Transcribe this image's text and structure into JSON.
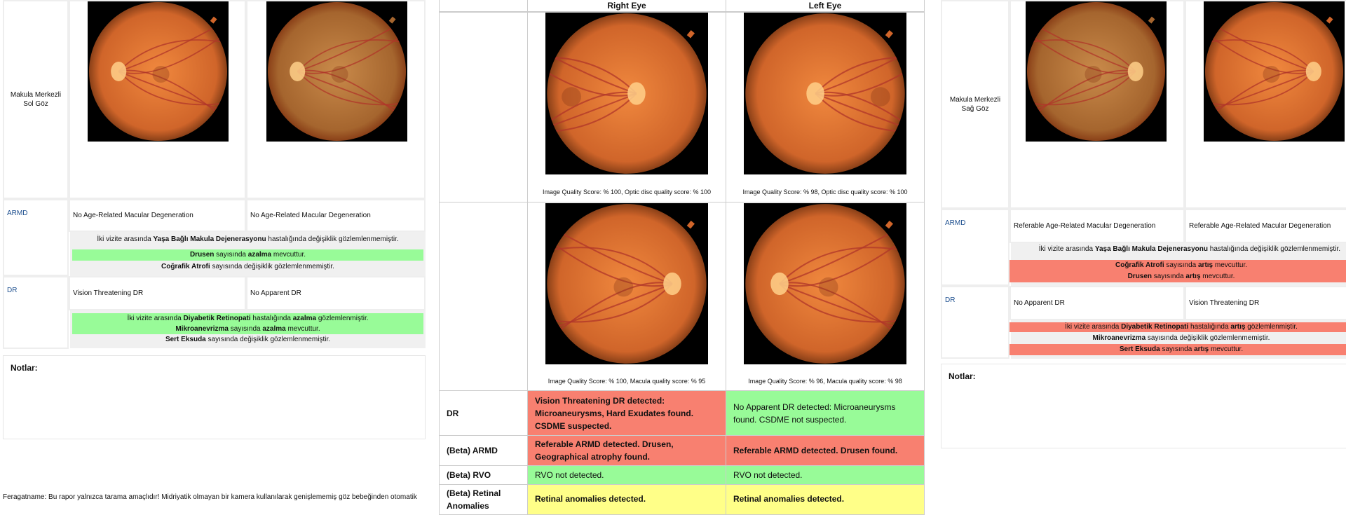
{
  "left_panel": {
    "row_label": [
      "Makula Merkezli",
      "Sol Göz"
    ],
    "armd": {
      "label": "ARMD",
      "prev": "No Age-Related Macular Degeneration",
      "curr": "No Age-Related Macular Degeneration",
      "notes": [
        {
          "status": "gray",
          "segments": [
            {
              "t": "İki vizite arasında ",
              "b": false
            },
            {
              "t": "Yaşa Bağlı Makula Dejenerasyonu",
              "b": true
            },
            {
              "t": " hastalığında değişiklik gözlemlenmemiştir.",
              "b": false
            }
          ]
        },
        {
          "status": "green",
          "segments": [
            {
              "t": "Drusen",
              "b": true
            },
            {
              "t": " sayısında ",
              "b": false
            },
            {
              "t": "azalma",
              "b": true
            },
            {
              "t": " mevcuttur.",
              "b": false
            }
          ]
        },
        {
          "status": "gray",
          "segments": [
            {
              "t": "Coğrafik Atrofi",
              "b": true
            },
            {
              "t": " sayısında değişiklik gözlemlenmemiştir.",
              "b": false
            }
          ]
        }
      ]
    },
    "dr": {
      "label": "DR",
      "prev": "Vision Threatening DR",
      "curr": "No Apparent DR",
      "notes": [
        {
          "status": "green",
          "segments": [
            {
              "t": "İki vizite arasında ",
              "b": false
            },
            {
              "t": "Diyabetik Retinopati",
              "b": true
            },
            {
              "t": " hastalığında ",
              "b": false
            },
            {
              "t": "azalma",
              "b": true
            },
            {
              "t": " gözlemlenmiştir.",
              "b": false
            }
          ]
        },
        {
          "status": "green",
          "segments": [
            {
              "t": "Mikroanevrizma",
              "b": true
            },
            {
              "t": " sayısında ",
              "b": false
            },
            {
              "t": "azalma",
              "b": true
            },
            {
              "t": " mevcuttur.",
              "b": false
            }
          ]
        },
        {
          "status": "gray",
          "segments": [
            {
              "t": "Sert Eksuda",
              "b": true
            },
            {
              "t": " sayısında değişiklik gözlemlenmemiştir.",
              "b": false
            }
          ]
        }
      ]
    },
    "notes_label": "Notlar:",
    "disclaimer": "Feragatname: Bu rapor yalnızca tarama amaçlıdır! Midriyatik olmayan bir kamera kullanılarak genişlememiş göz bebeğinden otomatik"
  },
  "middle_panel": {
    "headers": [
      "",
      "Right Eye",
      "Left Eye"
    ],
    "captions": [
      [
        "Image Quality Score: % 100, Optic disc quality score: % 100",
        "Image Quality Score: % 98, Optic disc quality score: % 100"
      ],
      [
        "Image Quality Score: % 100, Macula quality score: % 95",
        "Image Quality Score: % 96, Macula quality score: % 98"
      ]
    ],
    "results": [
      {
        "label": "DR",
        "right": "Vision Threatening DR detected: Microaneurysms, Hard Exudates found. CSDME suspected.",
        "right_status": "red",
        "left": "No Apparent DR detected: Microaneurysms found. CSDME not suspected.",
        "left_status": "green"
      },
      {
        "label": "(Beta) ARMD",
        "right": "Referable ARMD detected. Drusen, Geographical atrophy found.",
        "right_status": "red",
        "left": "Referable ARMD detected. Drusen found.",
        "left_status": "red"
      },
      {
        "label": "(Beta) RVO",
        "right": "RVO not detected.",
        "right_status": "green",
        "left": "RVO not detected.",
        "left_status": "green"
      },
      {
        "label": "(Beta) Retinal Anomalies",
        "right": "Retinal anomalies detected.",
        "right_status": "yellow",
        "left": "Retinal anomalies detected.",
        "left_status": "yellow"
      }
    ]
  },
  "right_panel": {
    "row_label": [
      "Makula Merkezli",
      "Sağ Göz"
    ],
    "armd": {
      "label": "ARMD",
      "prev": "Referable Age-Related Macular Degeneration",
      "curr": "Referable Age-Related Macular Degeneration",
      "notes": [
        {
          "status": "gray",
          "segments": [
            {
              "t": "İki vizite arasında ",
              "b": false
            },
            {
              "t": "Yaşa Bağlı Makula Dejenerasyonu",
              "b": true
            },
            {
              "t": " hastalığında değişiklik gözlemlenmemiştir.",
              "b": false
            }
          ]
        },
        {
          "status": "red",
          "segments": [
            {
              "t": "Coğrafik Atrofi",
              "b": true
            },
            {
              "t": " sayısında ",
              "b": false
            },
            {
              "t": "artış",
              "b": true
            },
            {
              "t": " mevcuttur.",
              "b": false
            }
          ]
        },
        {
          "status": "red",
          "segments": [
            {
              "t": "Drusen",
              "b": true
            },
            {
              "t": " sayısında ",
              "b": false
            },
            {
              "t": "artış",
              "b": true
            },
            {
              "t": " mevcuttur.",
              "b": false
            }
          ]
        }
      ]
    },
    "dr": {
      "label": "DR",
      "prev": "No Apparent DR",
      "curr": "Vision Threatening DR",
      "notes": [
        {
          "status": "red",
          "segments": [
            {
              "t": "İki vizite arasında ",
              "b": false
            },
            {
              "t": "Diyabetik Retinopati",
              "b": true
            },
            {
              "t": " hastalığında ",
              "b": false
            },
            {
              "t": "artış",
              "b": true
            },
            {
              "t": " gözlemlenmiştir.",
              "b": false
            }
          ]
        },
        {
          "status": "gray",
          "segments": [
            {
              "t": "Mikroanevrizma",
              "b": true
            },
            {
              "t": " sayısında değişiklik gözlemlenmemiştir.",
              "b": false
            }
          ]
        },
        {
          "status": "red",
          "segments": [
            {
              "t": "Sert Eksuda",
              "b": true
            },
            {
              "t": " sayısında ",
              "b": false
            },
            {
              "t": "artış",
              "b": true
            },
            {
              "t": " mevcuttur.",
              "b": false
            }
          ]
        }
      ]
    },
    "notes_label": "Notlar:"
  },
  "colors": {
    "red": "#f88070",
    "green": "#98fb98",
    "yellow": "#ffff88",
    "gray": "#f0f0f0",
    "category_label": "#1d4f8f"
  }
}
